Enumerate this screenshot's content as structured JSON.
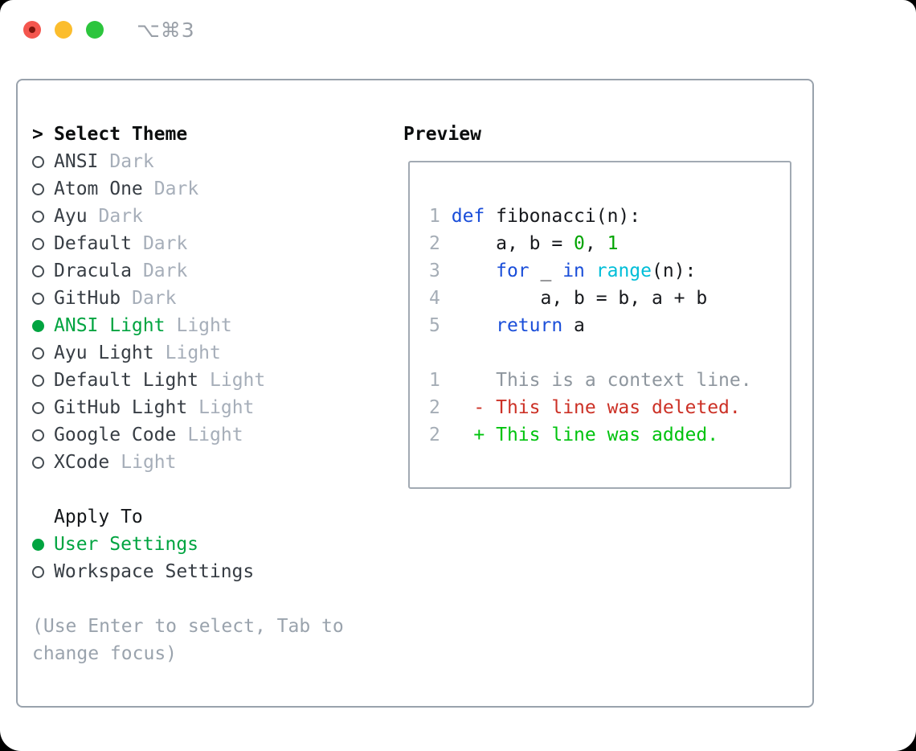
{
  "window": {
    "shortcut": "⌥⌘3"
  },
  "theme_panel": {
    "header": {
      "prefix": ">",
      "label": "Select Theme"
    },
    "themes": [
      {
        "name": "ANSI",
        "variant": "Dark",
        "selected": false
      },
      {
        "name": "Atom One",
        "variant": "Dark",
        "selected": false
      },
      {
        "name": "Ayu",
        "variant": "Dark",
        "selected": false
      },
      {
        "name": "Default",
        "variant": "Dark",
        "selected": false
      },
      {
        "name": "Dracula",
        "variant": "Dark",
        "selected": false
      },
      {
        "name": "GitHub",
        "variant": "Dark",
        "selected": false
      },
      {
        "name": "ANSI Light",
        "variant": "Light",
        "selected": true
      },
      {
        "name": "Ayu Light",
        "variant": "Light",
        "selected": false
      },
      {
        "name": "Default Light",
        "variant": "Light",
        "selected": false
      },
      {
        "name": "GitHub Light",
        "variant": "Light",
        "selected": false
      },
      {
        "name": "Google Code",
        "variant": "Light",
        "selected": false
      },
      {
        "name": "XCode",
        "variant": "Light",
        "selected": false
      }
    ],
    "apply_to": {
      "label": "Apply To",
      "options": [
        {
          "name": "User Settings",
          "selected": true
        },
        {
          "name": "Workspace Settings",
          "selected": false
        }
      ]
    },
    "hint": "(Use Enter to select, Tab to change focus)"
  },
  "preview": {
    "title": "Preview",
    "code_lines": [
      {
        "number": "1",
        "tokens": [
          {
            "t": "def",
            "c": "keyword"
          },
          {
            "t": " fibonacci(n):",
            "c": "plain"
          }
        ]
      },
      {
        "number": "2",
        "tokens": [
          {
            "t": "    a, b = ",
            "c": "plain"
          },
          {
            "t": "0",
            "c": "number"
          },
          {
            "t": ", ",
            "c": "plain"
          },
          {
            "t": "1",
            "c": "number"
          }
        ]
      },
      {
        "number": "3",
        "tokens": [
          {
            "t": "    ",
            "c": "plain"
          },
          {
            "t": "for",
            "c": "keyword"
          },
          {
            "t": " _ ",
            "c": "plain"
          },
          {
            "t": "in",
            "c": "keyword"
          },
          {
            "t": " ",
            "c": "plain"
          },
          {
            "t": "range",
            "c": "builtin"
          },
          {
            "t": "(n):",
            "c": "plain"
          }
        ]
      },
      {
        "number": "4",
        "tokens": [
          {
            "t": "        a, b = b, a + b",
            "c": "plain"
          }
        ]
      },
      {
        "number": "5",
        "tokens": [
          {
            "t": "    ",
            "c": "plain"
          },
          {
            "t": "return",
            "c": "keyword"
          },
          {
            "t": " a",
            "c": "plain"
          }
        ]
      }
    ],
    "diff_lines": [
      {
        "number": "1",
        "tokens": [
          {
            "t": "    This is a context line.",
            "c": "context"
          }
        ]
      },
      {
        "number": "2",
        "tokens": [
          {
            "t": "  - This line was deleted.",
            "c": "deleted"
          }
        ]
      },
      {
        "number": "2",
        "tokens": [
          {
            "t": "  + This line was added.",
            "c": "added"
          }
        ]
      }
    ]
  },
  "colors": {
    "accent_green": "#00a440",
    "added_green": "#00c30e",
    "deleted_red": "#cc3126",
    "keyword_blue": "#1a4ed9",
    "builtin_cyan": "#00bed8",
    "number_green": "#00a400",
    "muted_gray": "#a6aeb9",
    "context_gray": "#8e969e",
    "hint_gray": "#9aa3ad",
    "lineno_gray": "#a5adb6",
    "code_text": "#17191d",
    "item_text": "#373d44",
    "border_gray": "#99a2ac",
    "traffic_red": "#f4564e",
    "traffic_red_dot": "#7e150c",
    "traffic_yellow": "#fbbd2d",
    "traffic_green": "#2cc53d"
  }
}
